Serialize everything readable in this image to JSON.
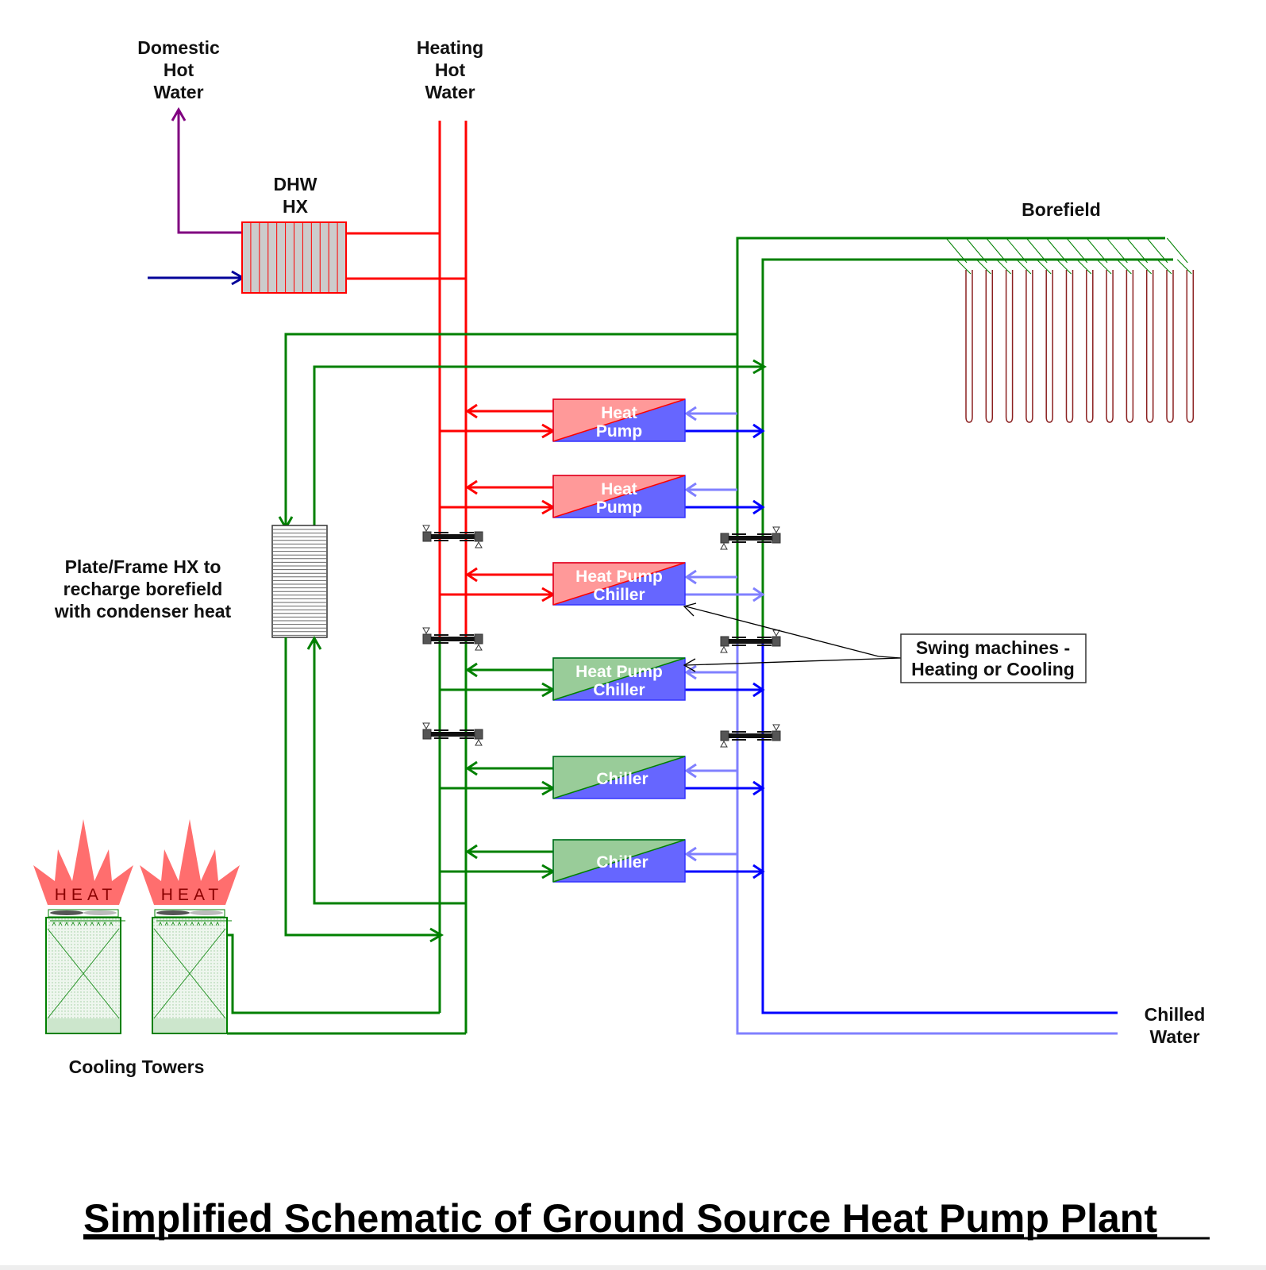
{
  "title": "Simplified Schematic of Ground Source Heat Pump Plant",
  "colors": {
    "hot_water": "#ff0000",
    "condenser_water": "#008000",
    "chilled_supply": "#0000ff",
    "chilled_return": "#8080ff",
    "domestic_hot_water": "#800080",
    "domestic_cold_in": "#000099",
    "heat_side_fill": "#ff9999",
    "cool_side_fill": "#6666ff",
    "condenser_side_fill": "#99cc99",
    "borehole": "#8b2020",
    "heat_plume": "#ff6666"
  },
  "labels": {
    "domestic_hot_water": [
      "Domestic",
      "Hot",
      "Water"
    ],
    "heating_hot_water": [
      "Heating",
      "Hot",
      "Water"
    ],
    "dhw_hx": [
      "DHW",
      "HX"
    ],
    "borefield": "Borefield",
    "plate_frame_hx": [
      "Plate/Frame HX to",
      "recharge borefield",
      "with condenser heat"
    ],
    "swing_machines": [
      "Swing machines -",
      "Heating or Cooling"
    ],
    "chilled_water": [
      "Chilled",
      "Water"
    ],
    "cooling_towers": "Cooling Towers",
    "heat_plume_text": "HEAT"
  },
  "units": [
    {
      "name": "heat-pump-1",
      "lines": [
        "Heat",
        "Pump"
      ],
      "mode": "heating"
    },
    {
      "name": "heat-pump-2",
      "lines": [
        "Heat",
        "Pump"
      ],
      "mode": "heating"
    },
    {
      "name": "heat-pump-chiller-1",
      "lines": [
        "Heat Pump",
        "Chiller"
      ],
      "mode": "heating"
    },
    {
      "name": "heat-pump-chiller-2",
      "lines": [
        "Heat Pump",
        "Chiller"
      ],
      "mode": "cooling"
    },
    {
      "name": "chiller-1",
      "lines": [
        "Chiller"
      ],
      "mode": "cooling"
    },
    {
      "name": "chiller-2",
      "lines": [
        "Chiller"
      ],
      "mode": "cooling"
    }
  ],
  "borefield": {
    "borehole_count": 12
  },
  "cooling_towers": {
    "count": 2
  }
}
